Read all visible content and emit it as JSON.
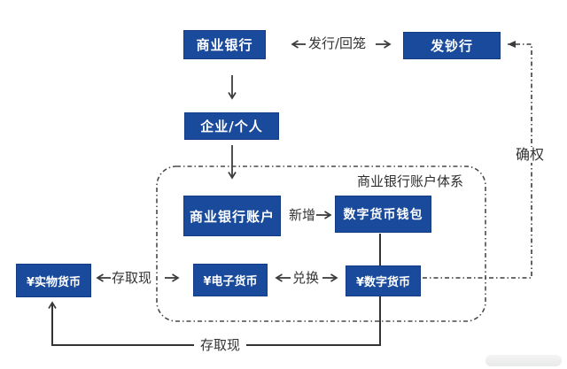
{
  "diagram": {
    "system_label": "商业银行账户体系",
    "nodes": {
      "commercial_bank": "商业银行",
      "issuing_bank": "发钞行",
      "enterprise_individual": "企业/个人",
      "bank_account": "商业银行账户",
      "digital_wallet": "数字货币钱包",
      "physical_currency": "¥实物货币",
      "electronic_currency": "¥电子货币",
      "digital_currency": "¥数字货币"
    },
    "edges": {
      "issue_withdraw": "发行/回笼",
      "confirm_rights": "确权",
      "add_new": "新增",
      "deposit_withdraw": "存取现",
      "exchange": "兑换",
      "deposit_withdraw_bottom": "存取现"
    },
    "colors": {
      "node_bg": "#1a4a9b",
      "node_text": "#ffffff",
      "line": "#3c3c3c"
    }
  }
}
